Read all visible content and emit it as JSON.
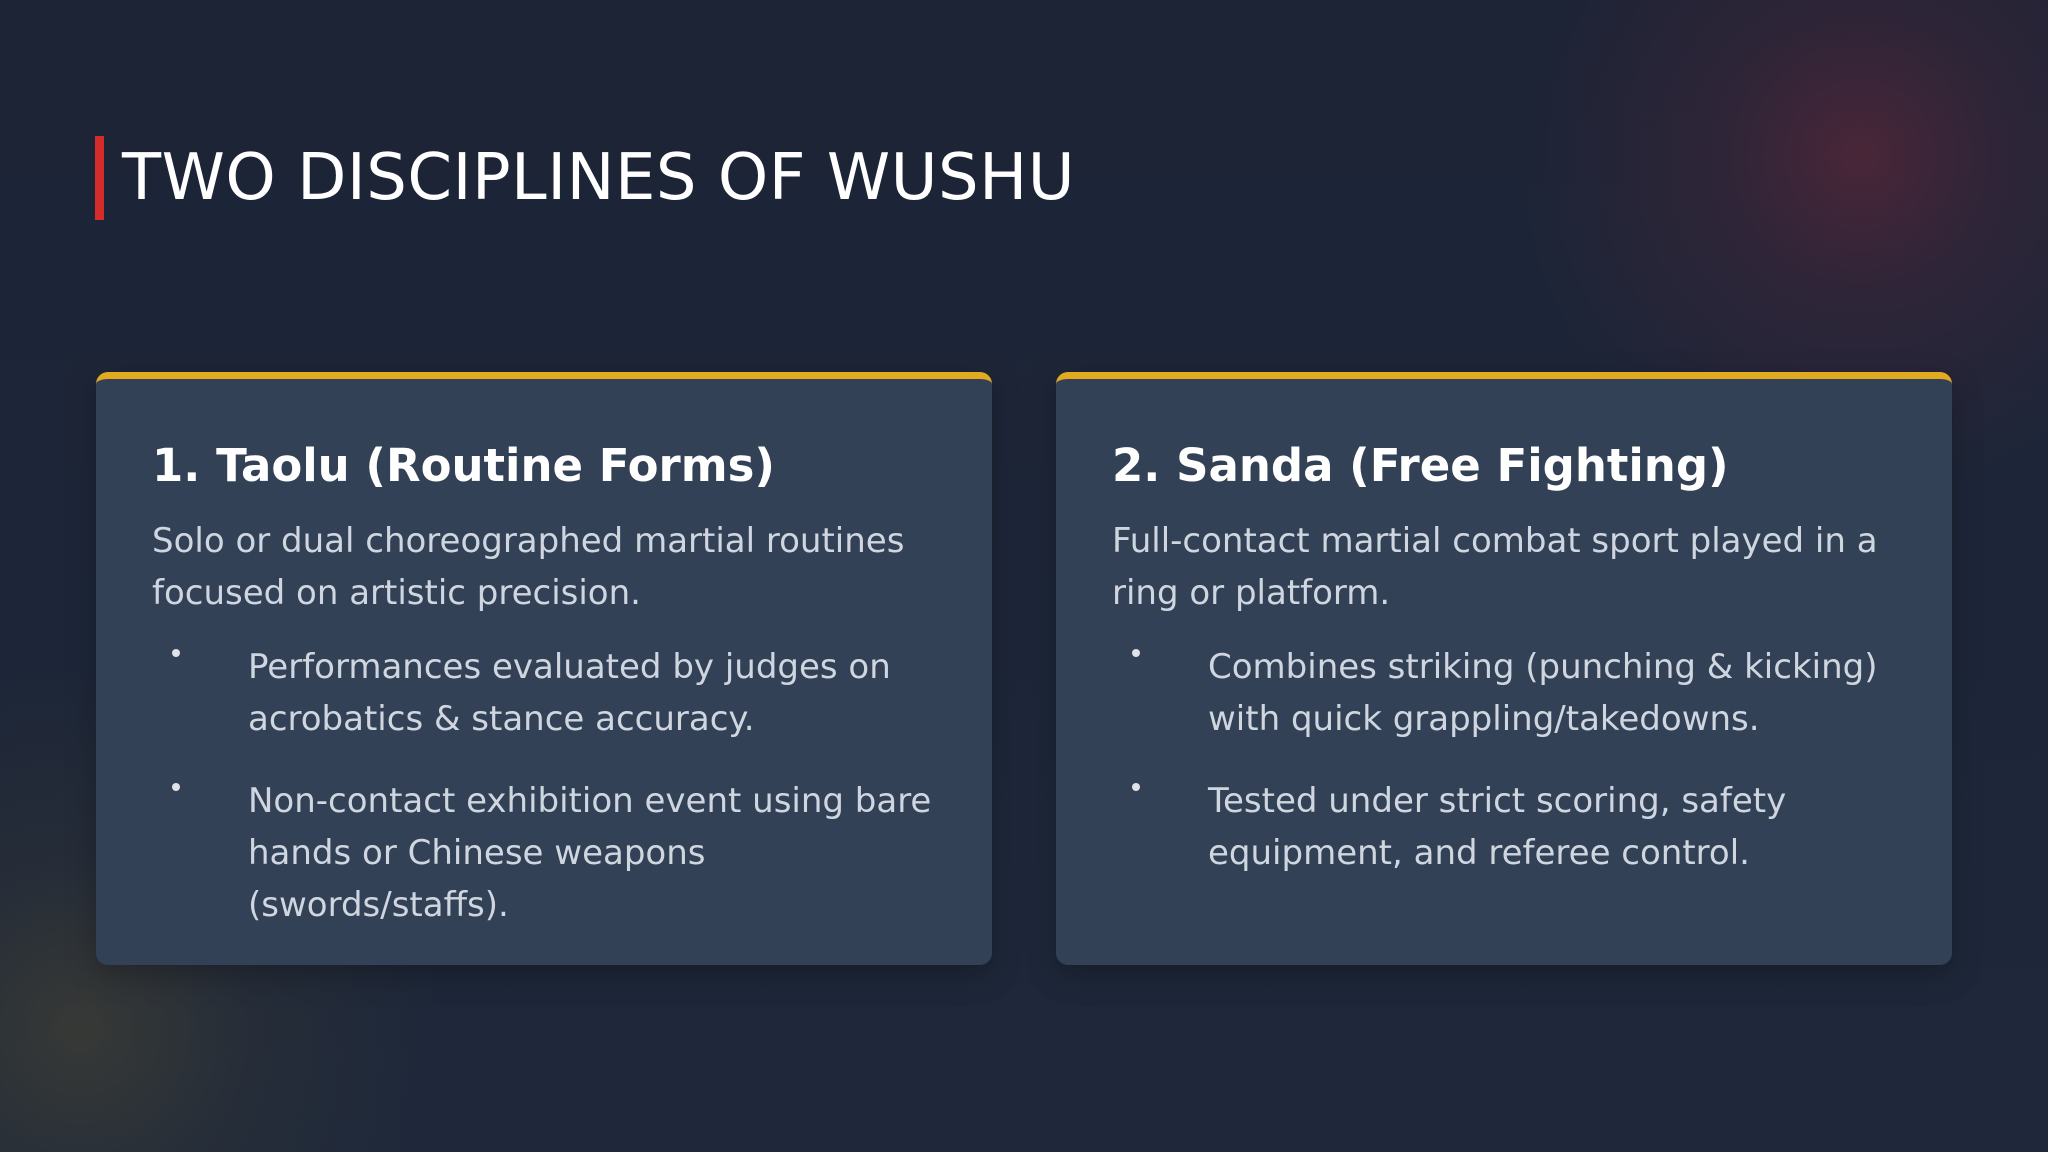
{
  "slide": {
    "title": "TWO DISCIPLINES OF WUSHU",
    "colors": {
      "background": "#1d2638",
      "card": "#334156",
      "card_accent": "#e2aa1e",
      "title_accent": "#d42b2b",
      "text_muted": "#cfd6e0"
    }
  },
  "cards": [
    {
      "title": "1. Taolu (Routine Forms)",
      "description": "Solo or dual choreographed martial routines focused on artistic precision.",
      "bullets": [
        "Performances evaluated by judges on acrobatics & stance accuracy.",
        "Non-contact exhibition event using bare hands or Chinese weapons (swords/staffs)."
      ]
    },
    {
      "title": "2. Sanda (Free Fighting)",
      "description": "Full-contact martial combat sport played in a ring or platform.",
      "bullets": [
        "Combines striking (punching & kicking) with quick grappling/takedowns.",
        "Tested under strict scoring, safety equipment, and referee control."
      ]
    }
  ]
}
